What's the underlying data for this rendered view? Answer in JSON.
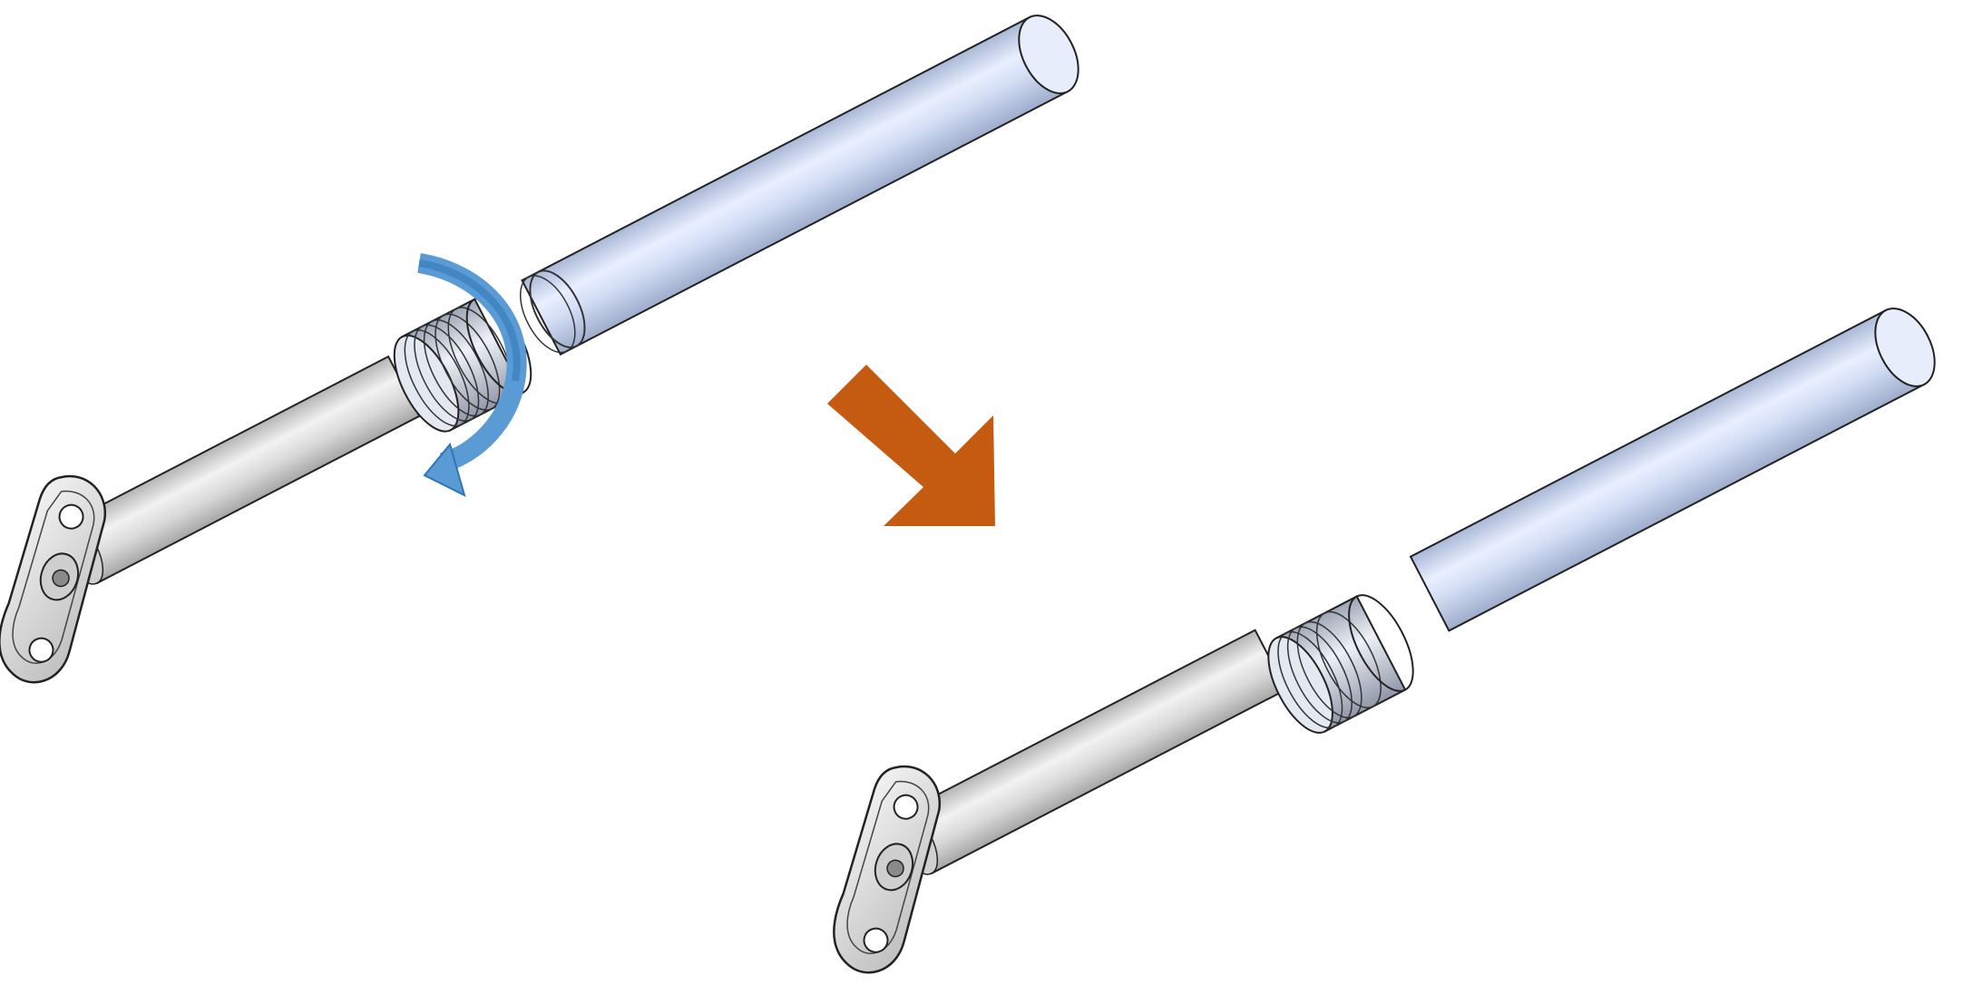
{
  "illustration": {
    "background_color": "#ffffff",
    "step_arrow_color": "#c55a11",
    "rotation_arrow_color": "#5b9bd5",
    "rotation_arrow_dark_color": "#2e75b6",
    "outer_tube_color": "#d6e0f5",
    "inner_tube_color": "#dcdcdc",
    "outline_color": "#222222",
    "icons": [
      "rotate-arrow-icon",
      "step-arrow-icon"
    ],
    "states": [
      {
        "name": "before",
        "collar_state": "unscrewed"
      },
      {
        "name": "after",
        "collar_state": "tightened"
      }
    ]
  }
}
